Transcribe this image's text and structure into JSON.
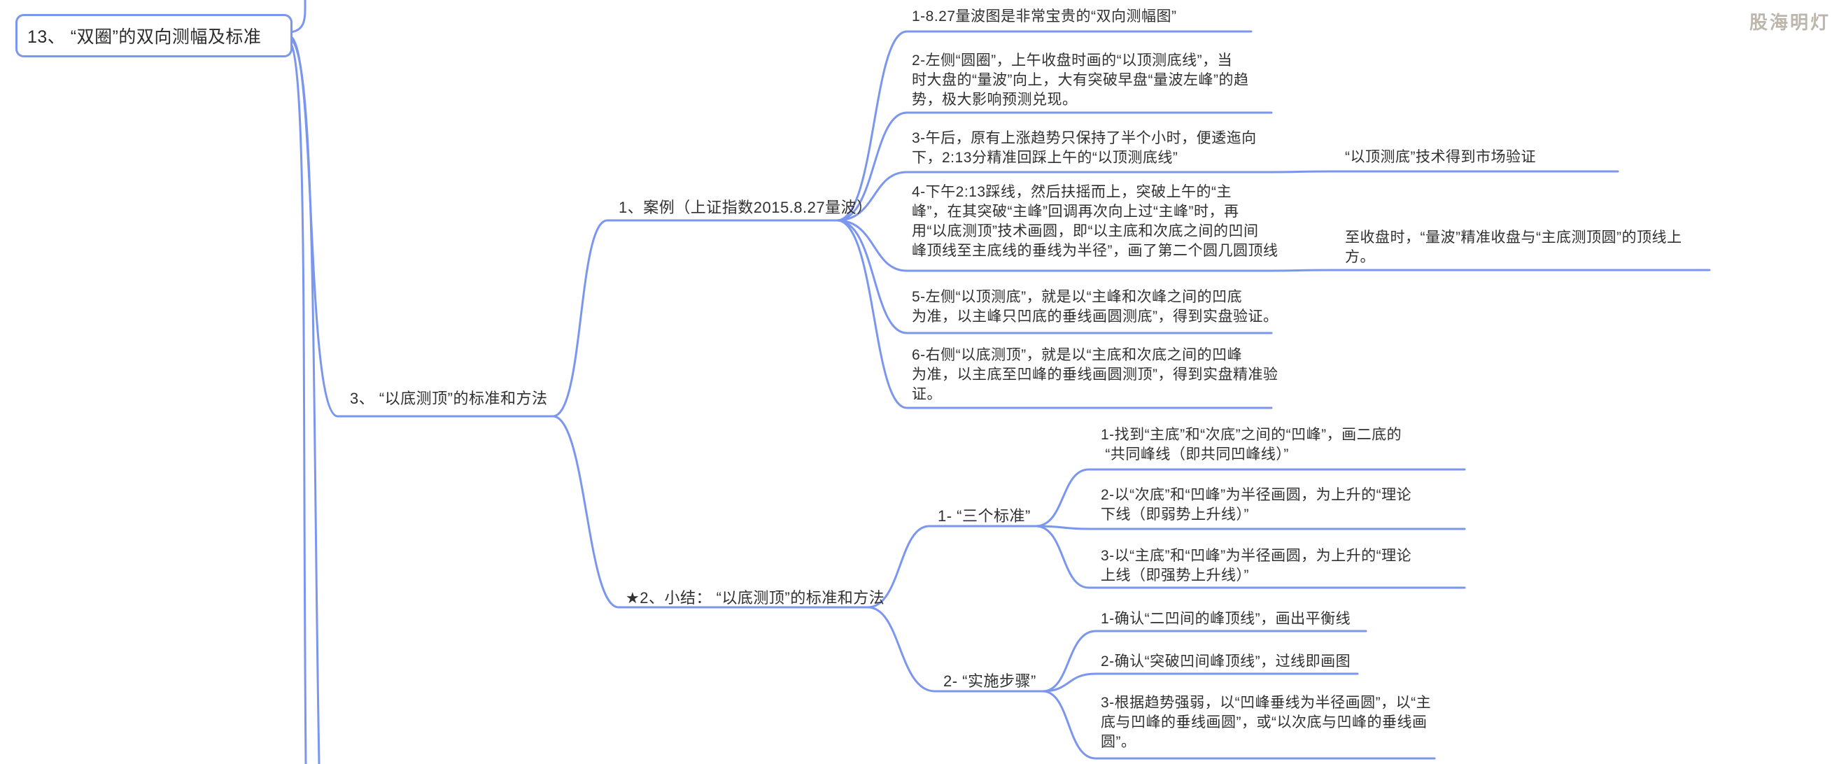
{
  "watermark": "股海明灯",
  "colors": {
    "line": "#7b96ee",
    "text": "#303030",
    "watermark": "#bdb6ac"
  },
  "root": "13、 “双圈”的双向测幅及标准",
  "branch": "3、 “以底测顶”的标准和方法",
  "case": {
    "label": "1、案例（上证指数2015.8.27量波）",
    "items": [
      "1-8.27量波图是非常宝贵的“双向测幅图”",
      "2-左侧“圆圈”，上午收盘时画的“以顶测底线”，当\n时大盘的“量波”向上，大有突破早盘“量波左峰”的趋\n势，极大影响预测兑现。",
      "3-午后，原有上涨趋势只保持了半个小时，便逶迤向\n下，2:13分精准回踩上午的“以顶测底线”",
      "4-下午2:13踩线，然后扶摇而上，突破上午的“主\n峰”，在其突破“主峰”回调再次向上过“主峰”时，再\n用“以底测顶”技术画圆，即“以主底和次底之间的凹间\n峰顶线至主底线的垂线为半径”，画了第二个圆几圆顶线",
      "5-左侧“以顶测底”，就是以“主峰和次峰之间的凹底\n为准，以主峰只凹底的垂线画圆测底”，得到实盘验证。",
      "6-右侧“以底测顶”，就是以“主底和次底之间的凹峰\n为准，以主底至凹峰的垂线画圆测顶”，得到实盘精准验\n证。"
    ],
    "note3": "“以顶测底”技术得到市场验证",
    "note4": "至收盘时，“量波”精准收盘与“主底测顶圆”的顶线上\n方。"
  },
  "summary": {
    "label": "★2、小结： “以底测顶”的标准和方法",
    "standards": {
      "label": "1- “三个标准”",
      "items": [
        "1-找到“主底”和“次底”之间的“凹峰”，画二底的\n “共同峰线（即共同凹峰线）”",
        "2-以“次底”和“凹峰”为半径画圆，为上升的“理论\n下线（即弱势上升线）”",
        "3-以“主底”和“凹峰”为半径画圆，为上升的“理论\n上线（即强势上升线）”"
      ]
    },
    "steps": {
      "label": "2- “实施步骤”",
      "items": [
        "1-确认“二凹间的峰顶线”，画出平衡线",
        "2-确认“突破凹间峰顶线”，过线即画图",
        "3-根据趋势强弱，以“凹峰垂线为半径画圆”，以“主\n底与凹峰的垂线画圆”，或“以次底与凹峰的垂线画\n圆”。"
      ]
    }
  }
}
